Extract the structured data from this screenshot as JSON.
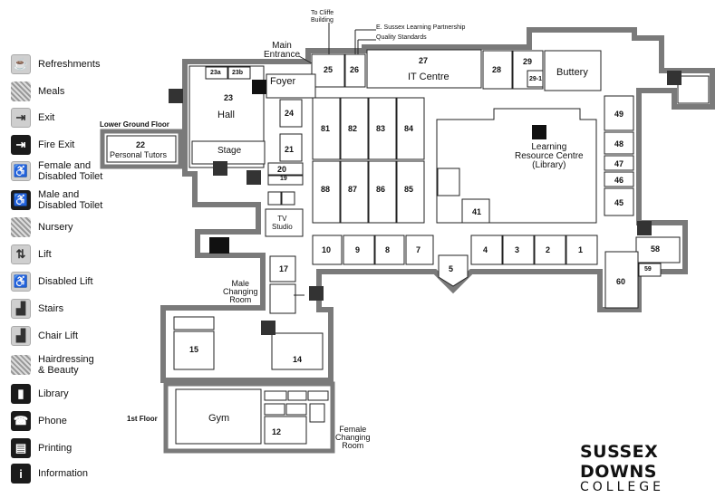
{
  "legend": [
    {
      "icon": "cup-icon",
      "label": "Refreshments",
      "style": "grey",
      "glyph": "☕"
    },
    {
      "icon": "meal-icon",
      "label": "Meals",
      "style": "dots",
      "glyph": ""
    },
    {
      "icon": "exit-icon",
      "label": "Exit",
      "style": "grey",
      "glyph": "⇥"
    },
    {
      "icon": "fire-exit-icon",
      "label": "Fire Exit",
      "style": "dark",
      "glyph": "⇥"
    },
    {
      "icon": "female-toilet-icon",
      "label": "Female and\nDisabled Toilet",
      "style": "grey",
      "glyph": "♿"
    },
    {
      "icon": "male-toilet-icon",
      "label": "Male and\nDisabled Toilet",
      "style": "dark",
      "glyph": "♿"
    },
    {
      "icon": "nursery-icon",
      "label": "Nursery",
      "style": "dots",
      "glyph": ""
    },
    {
      "icon": "lift-icon",
      "label": "Lift",
      "style": "grey",
      "glyph": "⇅"
    },
    {
      "icon": "disabled-lift-icon",
      "label": "Disabled Lift",
      "style": "grey",
      "glyph": "♿"
    },
    {
      "icon": "stairs-icon",
      "label": "Stairs",
      "style": "grey",
      "glyph": "▟"
    },
    {
      "icon": "chair-lift-icon",
      "label": "Chair Lift",
      "style": "grey",
      "glyph": "▟"
    },
    {
      "icon": "hairdressing-icon",
      "label": "Hairdressing\n& Beauty",
      "style": "dots",
      "glyph": ""
    },
    {
      "icon": "library-icon",
      "label": "Library",
      "style": "dark",
      "glyph": "▮"
    },
    {
      "icon": "phone-icon",
      "label": "Phone",
      "style": "dark",
      "glyph": "☎"
    },
    {
      "icon": "printing-icon",
      "label": "Printing",
      "style": "dark",
      "glyph": "▤"
    },
    {
      "icon": "information-icon",
      "label": "Information",
      "style": "dark",
      "glyph": "i"
    }
  ],
  "labels": {
    "to_cliffe": "To Cliffe\nBuilding",
    "esussex": "E. Sussex Learning Partnership",
    "quality": "Quality Standards",
    "main_entrance": "Main\nEntrance",
    "it_centre": "IT Centre",
    "buttery": "Buttery",
    "foyer": "Foyer",
    "hall": "Hall",
    "stage": "Stage",
    "lower_ground": "Lower Ground Floor",
    "personal_tutors": "Personal Tutors",
    "tv_studio": "TV\nStudio",
    "lrc": "Learning\nResource Centre\n(Library)",
    "male_changing": "Male\nChanging\nRoom",
    "first_floor": "1st Floor",
    "gym": "Gym",
    "female_changing": "Female\nChanging\nRoom"
  },
  "rooms": {
    "r25": "25",
    "r26": "26",
    "r27": "27",
    "r28": "28",
    "r29": "29",
    "r29_1": "29-1",
    "r23a": "23a",
    "r23b": "23b",
    "r23": "23",
    "r24": "24",
    "r21": "21",
    "r20": "20",
    "r19": "19",
    "r22": "22",
    "r81": "81",
    "r82": "82",
    "r83": "83",
    "r84": "84",
    "r88": "88",
    "r87": "87",
    "r86": "86",
    "r85": "85",
    "r49": "49",
    "r48": "48",
    "r47": "47",
    "r46": "46",
    "r45": "45",
    "r41": "41",
    "r10": "10",
    "r9": "9",
    "r8": "8",
    "r7": "7",
    "r5": "5",
    "r4": "4",
    "r3": "3",
    "r2": "2",
    "r1": "1",
    "r58": "58",
    "r59": "59",
    "r60": "60",
    "r17": "17",
    "r15": "15",
    "r14": "14",
    "r12": "12"
  },
  "brand": {
    "line1": "SUSSEX DOWNS",
    "line2": "COLLEGE"
  }
}
